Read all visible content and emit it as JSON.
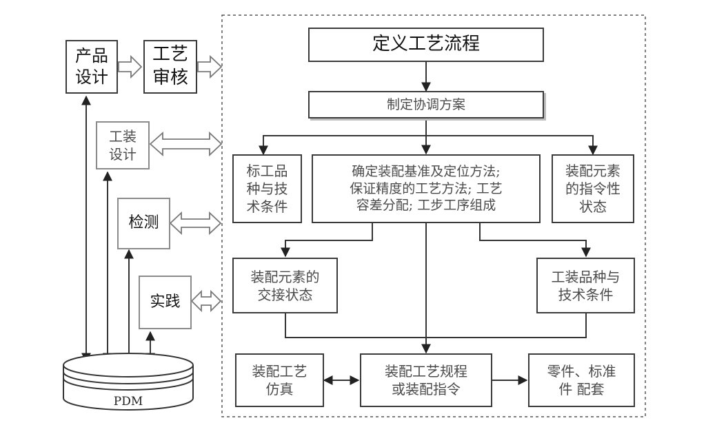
{
  "left": {
    "product_design": "产品\n设计",
    "process_review": "工艺\n审核",
    "tooling_design": "工装\n设计",
    "inspection": "检测",
    "practice": "实践",
    "pdm": "PDM"
  },
  "main": {
    "define_process": "定义工艺流程",
    "coordination_plan": "制定协调方案",
    "standard_parts": "标工品\n种与技\n术条件",
    "assembly_basis": "确定装配基准及定位方法;\n保证精度的工艺方法; 工艺\n容差分配; 工步工序组成",
    "element_directive": "装配元素\n的指令性\n状态",
    "element_handover": "装配元素的\n交接状态",
    "tooling_conditions": "工装品种与\n技术条件",
    "assembly_simulation": "装配工艺\n仿真",
    "assembly_spec": "装配工艺规程\n或装配指令",
    "parts_kitting": "零件、标准\n件 配套"
  }
}
